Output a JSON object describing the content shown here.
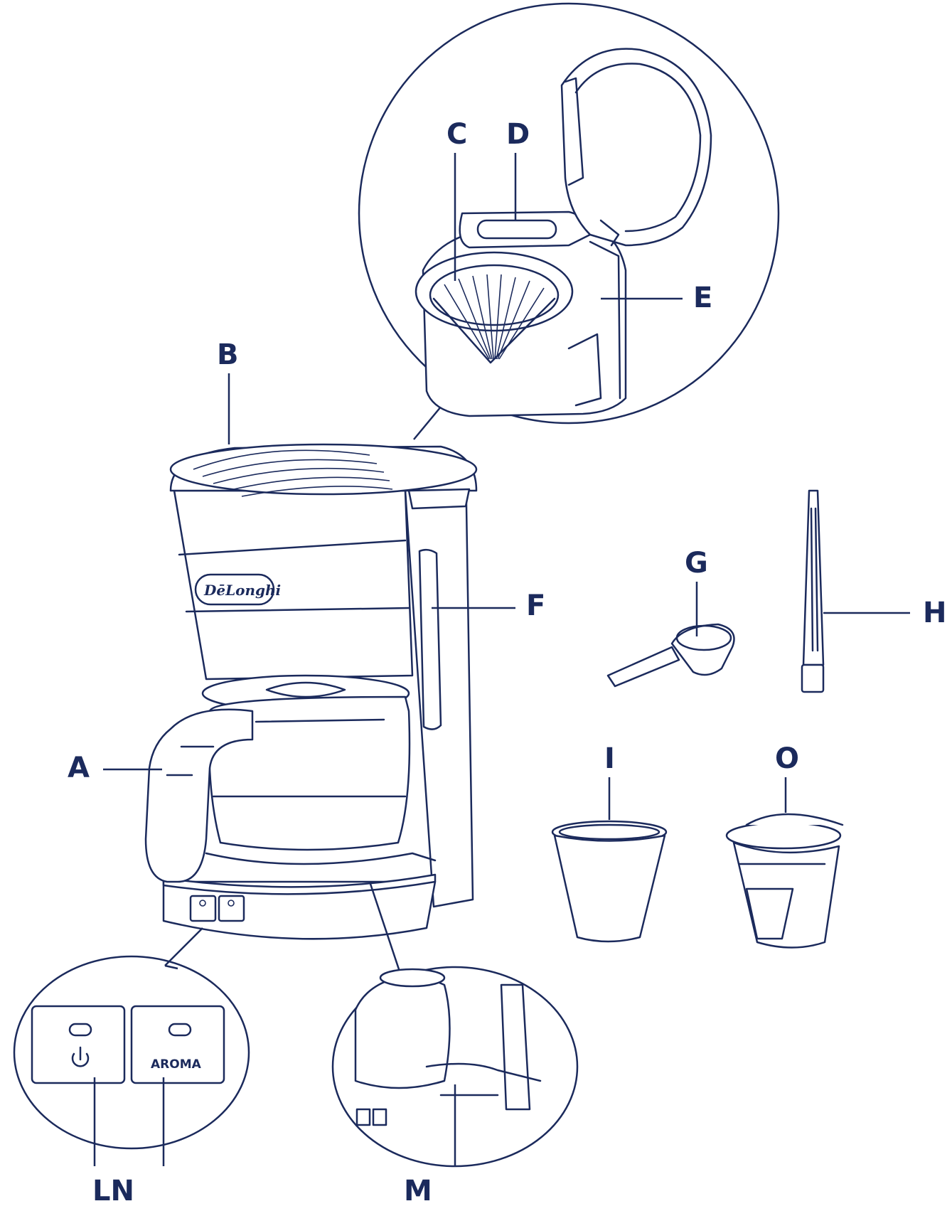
{
  "labels": {
    "A": "A",
    "B": "B",
    "C": "C",
    "D": "D",
    "E": "E",
    "F": "F",
    "G": "G",
    "H": "H",
    "I": "I",
    "O": "O",
    "LN": "LN",
    "M": "M"
  },
  "brand": "DēLonghi",
  "panel": {
    "aroma": "AROMA"
  },
  "colors": {
    "ink": "#1b2a5c",
    "background": "#ffffff"
  }
}
